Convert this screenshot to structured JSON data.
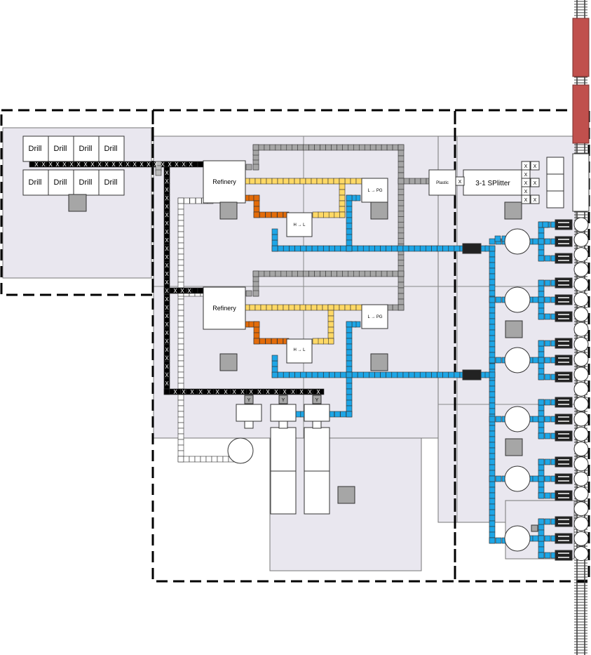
{
  "labels": {
    "drill": "Drill",
    "refinery": "Refinery",
    "h_to_l": "H → L",
    "l_to_pg": "L → PG",
    "plastic": "Plastic",
    "splitter": "3-1 SPlitter",
    "x_mark": "X",
    "y_mark": "Y"
  },
  "drills": [
    "Drill",
    "Drill",
    "Drill",
    "Drill",
    "Drill",
    "Drill",
    "Drill",
    "Drill"
  ],
  "refineries": [
    "Refinery",
    "Refinery"
  ],
  "colors": {
    "black_belt": "#000000",
    "gray_pipe": "#a6a6a6",
    "yellow_pipe": "#ffd966",
    "orange_pipe": "#e36c0a",
    "blue_pipe": "#1ea6e6",
    "train_car": "#c0504d",
    "zone_fill": "#e9e7ef",
    "machine_gray": "#a6a6a6"
  }
}
